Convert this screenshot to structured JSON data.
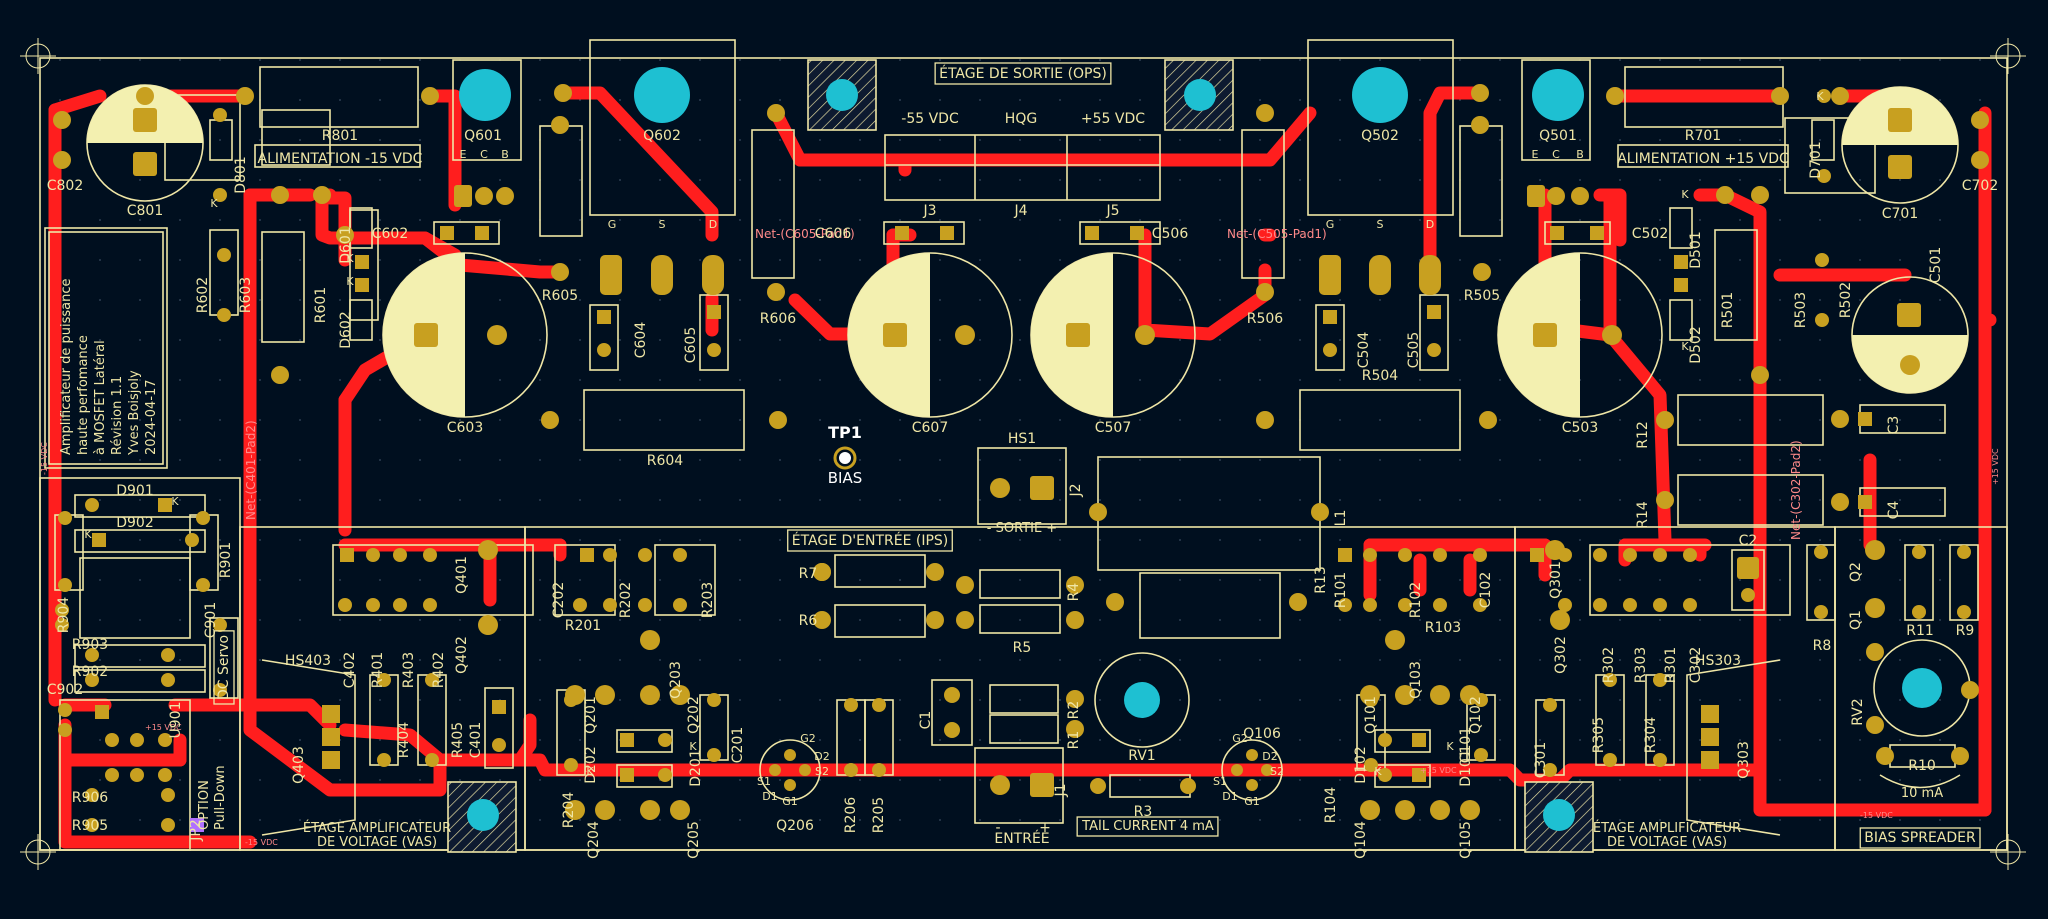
{
  "colors": {
    "background": "#000f1f",
    "copper": "#ff1e1e",
    "silkscreen": "#efe6a6",
    "pad": "#c8a020",
    "hole": "#0a1c3a",
    "mount": "#1ec0d2",
    "capfill": "#f3f0b0",
    "net": "#ff8a8a",
    "tp": "#ffffff",
    "jp": "#b070ff"
  },
  "board": {
    "sections": {
      "ops": "ÉTAGE DE SORTIE (OPS)",
      "ips": "ÉTAGE D'ENTRÉE (IPS)",
      "vas_left_1": "ÉTAGE AMPLIFICATEUR",
      "vas_left_2": "DE VOLTAGE (VAS)",
      "vas_right_1": "ÉTAGE AMPLIFICATEUR",
      "vas_right_2": "DE VOLTAGE (VAS)",
      "supply_neg": "ALIMENTATION -15 VDC",
      "supply_pos": "ALIMENTATION +15 VDC",
      "bias_spreader": "BIAS SPREADER",
      "dc_servo": "DC Servo",
      "option_1": "OPTION",
      "option_2": "Pull-Down"
    },
    "title_block": [
      "Amplificateur de puissance",
      "haute perfomance",
      "à MOSFET Latéral",
      "Révision 1.1",
      "Yves Boisjoly",
      "2024-04-17"
    ],
    "connectors": {
      "m55": "-55 VDC",
      "hqg": "HQG",
      "p55": "+55 VDC",
      "sortie": "- SORTIE +",
      "entree": "ENTRÉE",
      "entree_minus": "-",
      "entree_plus": "+",
      "tail": "TAIL CURRENT 4 mA",
      "tenma": "10 mA",
      "tp1": "TP1",
      "bias": "BIAS"
    },
    "nets": {
      "c605": "Net-(C605-Pad1)",
      "c505": "Net-(C505-Pad1)",
      "c401": "Net-(C401-Pad2)",
      "c301": "Net-(C302-Pad2)",
      "v15a": "-15 VDC",
      "v15b": "+15 VDC",
      "v15c": "+15 VDC",
      "v15d": "-15 VDC",
      "v15e": "-15 VDC",
      "v15f": "+15 VDC"
    },
    "components": {
      "R801": "R801",
      "C801": "C801",
      "C802": "C802",
      "D801": "D801",
      "Q601": "Q601",
      "Q602": "Q602",
      "R605": "R605",
      "C602": "C602",
      "C603": "C603",
      "C604": "C604",
      "C605": "C605",
      "R606": "R606",
      "C606": "C606",
      "C607": "C607",
      "R604": "R604",
      "R602": "R602",
      "R603": "R603",
      "R601": "R601",
      "D601": "D601",
      "D602": "D602",
      "J3": "J3",
      "J4": "J4",
      "J5": "J5",
      "C506": "C506",
      "C507": "C507",
      "Q502": "Q502",
      "Q501": "Q501",
      "R701": "R701",
      "D701": "D701",
      "C701": "C701",
      "C702": "C702",
      "R506": "R506",
      "R505": "R505",
      "C504": "C504",
      "C505": "C505",
      "C502": "C502",
      "C503": "C503",
      "R504": "R504",
      "D501": "D501",
      "D502": "D502",
      "R501": "R501",
      "R503": "R503",
      "R502": "R502",
      "C501": "C501",
      "R12": "R12",
      "R14": "R14",
      "C3": "C3",
      "C4": "C4",
      "HS1": "HS1",
      "J2": "J2",
      "L1": "L1",
      "R7": "R7",
      "R6": "R6",
      "R4": "R4",
      "R5": "R5",
      "R13": "R13",
      "C2": "C2",
      "D901": "D901",
      "D902": "D902",
      "R901": "R901",
      "R904": "R904",
      "C901": "C901",
      "R903": "R903",
      "R902": "R902",
      "C902": "C902",
      "U901": "U901",
      "R906": "R906",
      "R905": "R905",
      "JP2": "JP2",
      "C402": "C402",
      "R401": "R401",
      "R403": "R403",
      "R402": "R402",
      "Q401": "Q401",
      "Q402": "Q402",
      "HS403": "HS403",
      "Q403": "Q403",
      "R404": "R404",
      "R405": "R405",
      "C401": "C401",
      "C202": "C202",
      "R202": "R202",
      "R203": "R203",
      "R201": "R201",
      "Q203": "Q203",
      "Q201": "Q201",
      "Q202": "Q202",
      "C201": "C201",
      "D202": "D202",
      "D201": "D201",
      "R204": "R204",
      "Q204": "Q204",
      "Q205": "Q205",
      "Q206": "Q206",
      "R206": "R206",
      "R205": "R205",
      "C1": "C1",
      "R2": "R2",
      "R1": "R1",
      "RV1": "RV1",
      "J1": "J1",
      "R3": "R3",
      "Q106": "Q106",
      "R104": "R104",
      "Q104": "Q104",
      "Q105": "Q105",
      "D102": "D102",
      "D101": "D101",
      "Q101": "Q101",
      "Q102": "Q102",
      "C101": "C101",
      "Q103": "Q103",
      "R101": "R101",
      "R102": "R102",
      "R103": "R103",
      "C102": "C102",
      "Q301": "Q301",
      "Q302": "Q302",
      "R302": "R302",
      "R303": "R303",
      "R301": "R301",
      "C302": "C302",
      "HS303": "HS303",
      "C301": "C301",
      "R305": "R305",
      "R304": "R304",
      "Q303": "Q303",
      "Q2": "Q2",
      "Q1": "Q1",
      "R11": "R11",
      "R9": "R9",
      "R8": "R8",
      "RV2": "RV2",
      "R10": "R10"
    },
    "pins": {
      "G": "G",
      "S": "S",
      "D": "D",
      "E": "E",
      "C": "C",
      "B": "B",
      "K": "K",
      "G2": "G2",
      "D2": "D2",
      "S2": "S2",
      "S1": "S1",
      "D1": "D1",
      "G1": "G1"
    }
  }
}
